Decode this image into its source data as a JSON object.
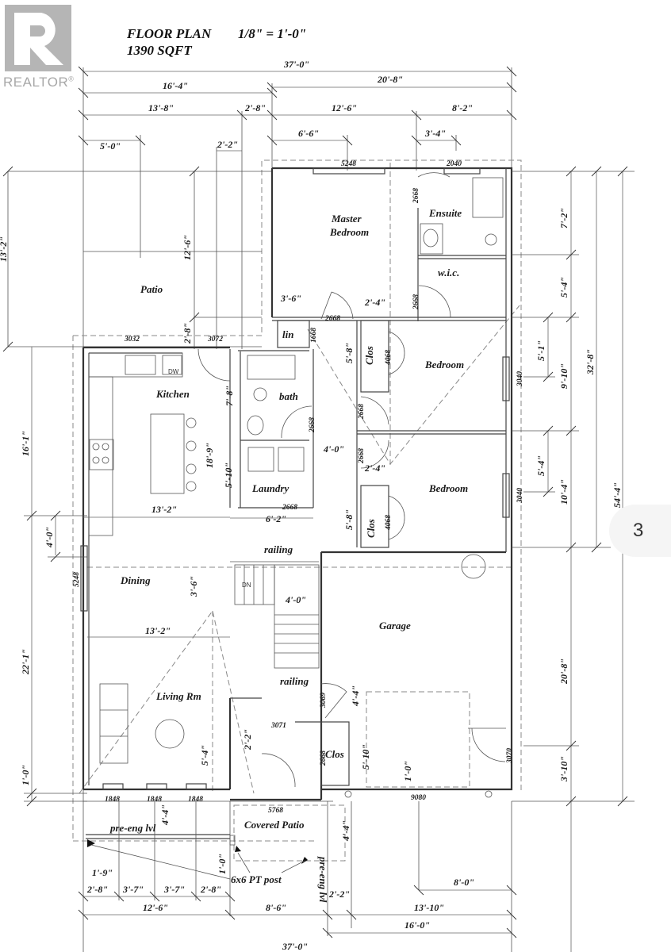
{
  "header": {
    "title": "FLOOR PLAN",
    "scale": "1/8\" = 1'-0\"",
    "area": "1390 SQFT"
  },
  "branding": {
    "logo_letter": "R",
    "logo_text": "REALTOR",
    "registered_mark": "®",
    "logo_color": "#b5b5b5"
  },
  "page_indicator": "3",
  "rooms": {
    "master_bedroom_1": "Master",
    "master_bedroom_2": "Bedroom",
    "ensuite": "Ensuite",
    "wic": "w.i.c.",
    "patio": "Patio",
    "lin": "lin",
    "kitchen": "Kitchen",
    "bath": "bath",
    "laundry": "Laundry",
    "bedroom_1": "Bedroom",
    "bedroom_2": "Bedroom",
    "clos_1": "Clos",
    "clos_2": "Clos",
    "clos_3": "Clos",
    "dining": "Dining",
    "garage": "Garage",
    "living": "Living Rm",
    "covered_patio": "Covered Patio",
    "railing_1": "railing",
    "railing_2": "railing",
    "stairs_dn": "DN",
    "pre_eng_1": "pre-eng lvl",
    "pre_eng_2": "pre-eng lvl",
    "post_note": "6x6 PT post",
    "dw": "DW"
  },
  "dimensions": {
    "top": {
      "overall": "37'-0\"",
      "left_16_4": "16'-4\"",
      "right_20_8": "20'-8\"",
      "d_13_8": "13'-8\"",
      "d_2_8": "2'-8\"",
      "d_12_6": "12'-6\"",
      "d_8_2": "8'-2\"",
      "d_5_0": "5'-0\"",
      "d_2_2": "2'-2\"",
      "d_6_6": "6'-6\"",
      "d_3_4": "3'-4\""
    },
    "left": {
      "d_13_2_partial": "13'-2\"",
      "d_12_6": "12'-6\"",
      "d_2_8": "2'-8\"",
      "d_16_1": "16'-1\"",
      "d_4_0": "4'-0\"",
      "d_22_1": "22'-1\"",
      "d_1_0": "1'-0\""
    },
    "right": {
      "d_7_2": "7'-2\"",
      "d_5_4a": "5'-4\"",
      "d_5_1": "5'-1\"",
      "d_9_10": "9'-10\"",
      "d_32_8": "32'-8\"",
      "d_5_4b": "5'-4\"",
      "d_10_4": "10'-4\"",
      "d_54_4": "54'-4\"",
      "d_20_8": "20'-8\"",
      "d_3_10": "3'-10\""
    },
    "interior": {
      "d_3_6_master": "3'-6\"",
      "d_2_4_master": "2'-4\"",
      "d_5_8_clos1": "5'-8\"",
      "d_7_8": "7'-8\"",
      "d_18_9": "18'-9\"",
      "d_5_10_laundry": "5'-10\"",
      "d_13_2_kitchen": "13'-2\"",
      "d_6_2": "6'-2\"",
      "d_4_0_hall": "4'-0\"",
      "d_2_4_hall": "2'-4\"",
      "d_5_8_clos2": "5'-8\"",
      "d_3_6_dining": "3'-6\"",
      "d_4_0_stairs": "4'-0\"",
      "d_13_2_dining": "13'-2\"",
      "d_4_4_garage": "4'-4\"",
      "d_5_10_garage": "5'-10\"",
      "d_1_0_garage": "1'-0\"",
      "d_2_2_entry": "2'-2\"",
      "d_5_4_living": "5'-4\"",
      "d_4_4_front": "4'-4\"",
      "d_4_4_side": "4'-4\"",
      "d_1_0_front": "1'-0\""
    },
    "bottom": {
      "d_1_9": "1'-9\"",
      "d_2_8a": "2'-8\"",
      "d_3_7a": "3'-7\"",
      "d_3_7b": "3'-7\"",
      "d_2_8b": "2'-8\"",
      "d_12_6": "12'-6\"",
      "d_8_6": "8'-6\"",
      "d_2_2": "2'-2\"",
      "d_8_0": "8'-0\"",
      "d_13_10": "13'-10\"",
      "d_16_0": "16'-0\"",
      "overall": "37'-0\""
    }
  },
  "openings": {
    "w_5248_master": "5248",
    "w_2040_ensuite": "2040",
    "d_2668_ensuite": "2668",
    "d_2668_wic": "2668",
    "d_2668_master": "2668",
    "d_1668_lin": "1668",
    "w_3032_kitchen": "3032",
    "d_3072_patio": "3072",
    "d_4068_clos1": "4068",
    "w_3040_bed1": "3040",
    "d_2668_bath": "2668",
    "d_2668_bed1": "2668",
    "d_2668_bed2": "2668",
    "d_2668_laundry": "2668",
    "d_4068_clos2": "4068",
    "w_3040_bed2": "3040",
    "w_5248_dining": "5248",
    "d_3069_garage": "3069",
    "d_3071_entry": "3071",
    "d_2668_clos3": "2668",
    "d_3070_garage": "3070",
    "w_1848_a": "1848",
    "w_1848_b": "1848",
    "w_1848_c": "1848",
    "w_5768_front": "5768",
    "gd_9080": "9080"
  }
}
